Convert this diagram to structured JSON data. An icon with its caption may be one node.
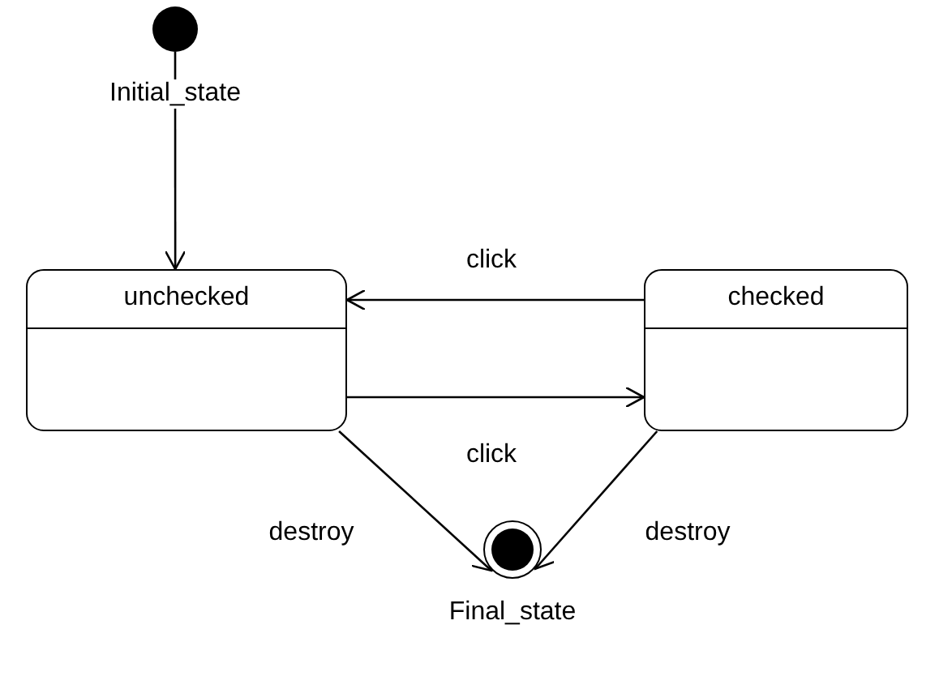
{
  "diagram": {
    "nodes": [
      {
        "text": [],
        "shape": "circle",
        "beside": [
          "Initial_state"
        ]
      },
      {
        "text": [
          "unchecked"
        ]
      },
      {
        "text": [
          "checked"
        ]
      },
      {
        "text": [],
        "shape": "circle",
        "beside": [
          "Final_state"
        ]
      }
    ],
    "edges": [
      {
        "from": 0,
        "to": 1,
        "arrow": "to"
      },
      {
        "from": 2,
        "to": 1,
        "arrow": "to",
        "label": "click"
      },
      {
        "from": 1,
        "to": 2,
        "arrow": "to",
        "label": "click"
      },
      {
        "from": 1,
        "to": 3,
        "arrow": "to",
        "label": "destroy"
      },
      {
        "from": 2,
        "to": 3,
        "arrow": "to",
        "label": "destroy"
      }
    ]
  }
}
